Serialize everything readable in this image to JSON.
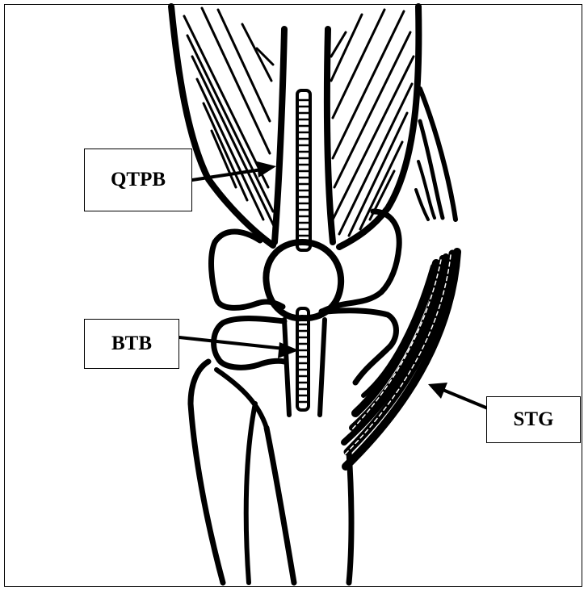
{
  "labels": {
    "qtpb": "QTPB",
    "btb": "BTB",
    "stg": "STG"
  },
  "colors": {
    "stroke": "#000000",
    "background": "#ffffff"
  }
}
